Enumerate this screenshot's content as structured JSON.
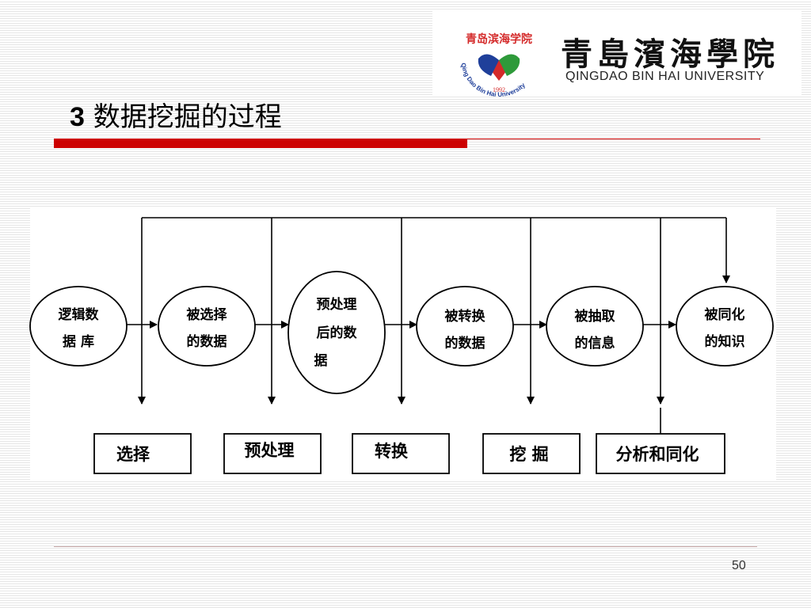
{
  "logo": {
    "seal_text": "青岛滨海学院",
    "year": "1992",
    "ring_text": "Qing Dao Bin Hai University",
    "name_cn": "青島濱海學院",
    "name_en": "QINGDAO BIN HAI UNIVERSITY",
    "colors": {
      "red": "#d42a2a",
      "blue": "#1f3f9a",
      "green": "#2e9a3a"
    }
  },
  "title": {
    "number": "3",
    "text": "数据挖掘的过程"
  },
  "accent_color": "#cc0000",
  "nodes": [
    {
      "lines": [
        "逻辑数",
        "据 库"
      ]
    },
    {
      "lines": [
        "被选择",
        "的数据"
      ]
    },
    {
      "lines": [
        "预处理",
        "后的数",
        "据"
      ]
    },
    {
      "lines": [
        "被转换",
        "的数据"
      ]
    },
    {
      "lines": [
        "被抽取",
        "的信息"
      ]
    },
    {
      "lines": [
        "被同化",
        "的知识"
      ]
    }
  ],
  "steps": [
    "选择",
    "预处理",
    "转换",
    "挖 掘",
    "分析和同化"
  ],
  "page_number": "50"
}
